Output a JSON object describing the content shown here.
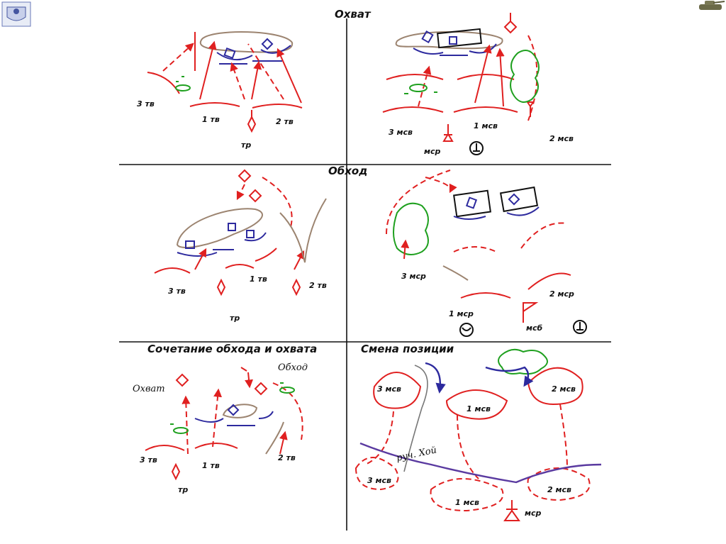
{
  "logo": {
    "name": "emblem-logo"
  },
  "corner_icon": {
    "name": "tank-icon"
  },
  "colors": {
    "red": "#e02020",
    "blue": "#2d2a9e",
    "green": "#1fa01f",
    "brown": "#9c8470"
  },
  "panels": {
    "okhvat": {
      "title": "Охват",
      "left": {
        "u3": "3 тв",
        "u1": "1 тв",
        "u2": "2 тв",
        "tr": "тр"
      },
      "right": {
        "u3": "3 мсв",
        "u1": "1 мсв",
        "u2": "2 мсв",
        "msr": "мср"
      }
    },
    "obkhod": {
      "title": "Обход",
      "left": {
        "u3": "3 тв",
        "u1": "1 тв",
        "u2": "2 тв",
        "tr": "тр"
      },
      "right": {
        "u3": "3 мср",
        "u1": "1 мср",
        "u2": "2 мср",
        "msb": "мсб"
      }
    },
    "sochetanie": {
      "title": "Сочетание обхода и охвата",
      "okhvat": "Охват",
      "obkhod": "Обход",
      "u3": "3 тв",
      "u1": "1 тв",
      "u2": "2 тв",
      "tr": "тр"
    },
    "smena": {
      "title": "Смена позиции",
      "u3": "3 мсв",
      "u1": "1 мсв",
      "u2": "2 мсв",
      "u3b": "3 мсв",
      "u1b": "1 мсв",
      "u2b": "2 мсв",
      "river": "руч. Хой",
      "msr": "мср"
    }
  }
}
